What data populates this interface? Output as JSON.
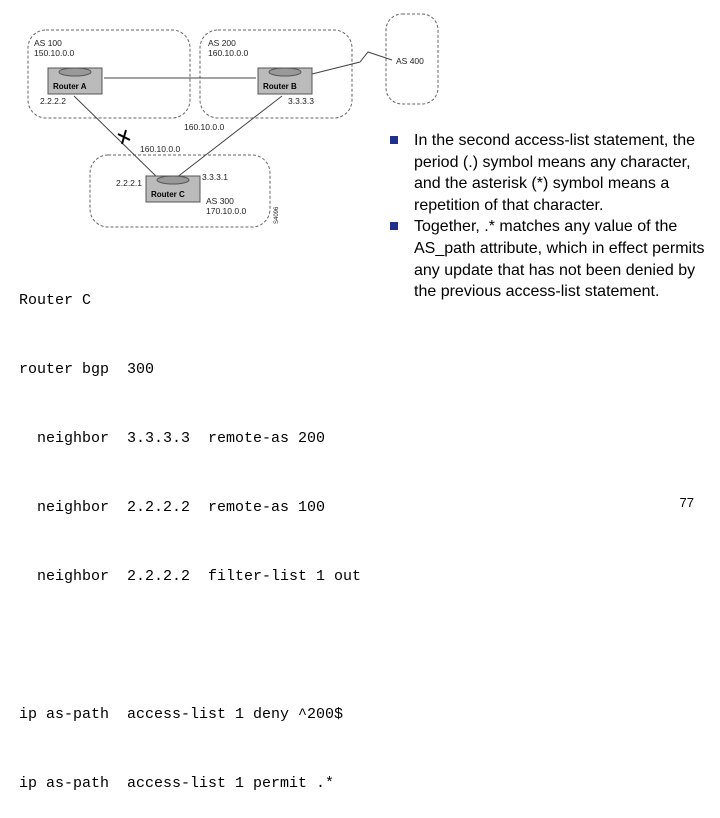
{
  "diagram": {
    "as100": {
      "name": "AS 100",
      "net": "150.10.0.0"
    },
    "as200": {
      "name": "AS 200",
      "net": "160.10.0.0"
    },
    "as400": {
      "name": "AS 400"
    },
    "as300": {
      "name": "AS 300",
      "net": "170.10.0.0"
    },
    "router_a": {
      "label": "Router A",
      "ip": "2.2.2.2"
    },
    "router_b": {
      "label": "Router B",
      "ip": "3.3.3.3"
    },
    "router_c": {
      "label": "Router C",
      "ip_a": "2.2.2.1",
      "ip_b": "3.3.3.1"
    },
    "link_label_mid": "160.10.0.0",
    "link_label_blocked": "160.10.0.0",
    "figure_id": "S4096"
  },
  "config": {
    "lines": [
      "Router C",
      "router bgp  300",
      "  neighbor  3.3.3.3  remote-as 200",
      "  neighbor  2.2.2.2  remote-as 100",
      "  neighbor  2.2.2.2  filter-list 1 out",
      "",
      "ip as-path  access-list 1 deny ^200$",
      "ip as-path  access-list 1 permit .*"
    ]
  },
  "bullets": [
    "In the second access-list statement, the period (.) symbol means any character, and the asterisk (*) symbol means a repetition of that character.",
    "Together, .* matches any value of the AS_path attribute, which in effect permits any update that has not been denied by the previous access-list statement."
  ],
  "page_number": "77"
}
